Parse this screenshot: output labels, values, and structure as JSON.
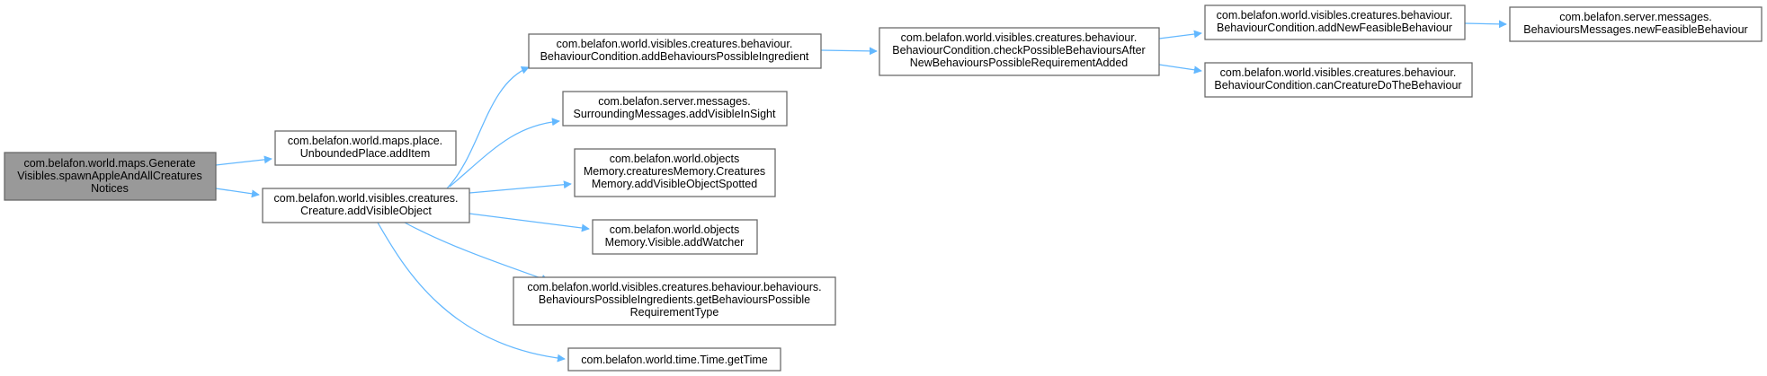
{
  "colors": {
    "root_fill": "#999999",
    "node_fill": "#ffffff",
    "edge": "#63b8ff"
  },
  "nodes": {
    "root": {
      "lines": [
        "com.belafon.world.maps.Generate",
        "Visibles.spawnAppleAndAllCreatures",
        "Notices"
      ]
    },
    "unbounded_add_item": {
      "lines": [
        "com.belafon.world.maps.place.",
        "UnboundedPlace.addItem"
      ]
    },
    "creature_add_visible_object": {
      "lines": [
        "com.belafon.world.visibles.creatures.",
        "Creature.addVisibleObject"
      ]
    },
    "add_behaviours_possible_ingredient": {
      "lines": [
        "com.belafon.world.visibles.creatures.behaviour.",
        "BehaviourCondition.addBehavioursPossibleIngredient"
      ]
    },
    "surrounding_add_visible_in_sight": {
      "lines": [
        "com.belafon.server.messages.",
        "SurroundingMessages.addVisibleInSight"
      ]
    },
    "creatures_memory_add_visible_object_spotted": {
      "lines": [
        "com.belafon.world.objects",
        "Memory.creaturesMemory.Creatures",
        "Memory.addVisibleObjectSpotted"
      ]
    },
    "visible_add_watcher": {
      "lines": [
        "com.belafon.world.objects",
        "Memory.Visible.addWatcher"
      ]
    },
    "get_behaviours_possible_requirement_type": {
      "lines": [
        "com.belafon.world.visibles.creatures.behaviour.behaviours.",
        "BehavioursPossibleIngredients.getBehavioursPossible",
        "RequirementType"
      ]
    },
    "time_get_time": {
      "lines": [
        "com.belafon.world.time.Time.getTime"
      ]
    },
    "check_possible_behaviours_after": {
      "lines": [
        "com.belafon.world.visibles.creatures.behaviour.",
        "BehaviourCondition.checkPossibleBehavioursAfter",
        "NewBehavioursPossibleRequirementAdded"
      ]
    },
    "add_new_feasible_behaviour": {
      "lines": [
        "com.belafon.world.visibles.creatures.behaviour.",
        "BehaviourCondition.addNewFeasibleBehaviour"
      ]
    },
    "can_creature_do_the_behaviour": {
      "lines": [
        "com.belafon.world.visibles.creatures.behaviour.",
        "BehaviourCondition.canCreatureDoTheBehaviour"
      ]
    },
    "new_feasible_behaviour_message": {
      "lines": [
        "com.belafon.server.messages.",
        "BehavioursMessages.newFeasibleBehaviour"
      ]
    }
  }
}
